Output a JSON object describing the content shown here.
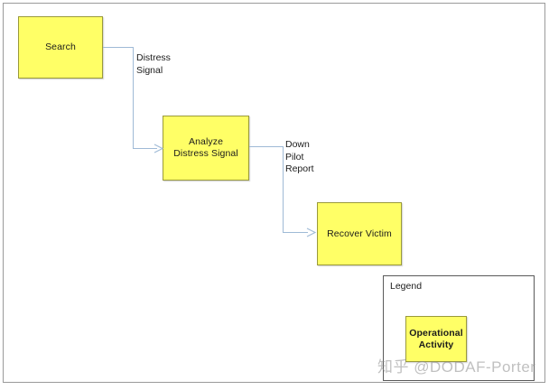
{
  "diagram": {
    "type": "operational-activity-flow",
    "nodes": [
      {
        "id": "search",
        "label": "Search"
      },
      {
        "id": "analyze",
        "label": "Analyze\nDistress Signal"
      },
      {
        "id": "recover",
        "label": "Recover Victim"
      }
    ],
    "edges": [
      {
        "id": "edge-1",
        "from": "search",
        "to": "analyze",
        "label": "Distress\nSignal"
      },
      {
        "id": "edge-2",
        "from": "analyze",
        "to": "recover",
        "label": "Down\nPilot\nReport"
      }
    ],
    "edge_labels": {
      "distress_signal": "Distress\nSignal",
      "down_pilot_report": "Down\nPilot\nReport"
    }
  },
  "legend": {
    "title": "Legend",
    "items": [
      {
        "label": "Operational\nActivity",
        "swatch_color": "#ffff66"
      }
    ]
  },
  "watermark": {
    "text": "知乎 @DODAF-Porter"
  },
  "colors": {
    "node_fill": "#ffff66",
    "node_border": "#9a9a3a",
    "connector": "#9fbad6",
    "frame_border": "#9a9a9a",
    "legend_border": "#5a5a5a",
    "text": "#1b1b1b",
    "background": "#ffffff"
  }
}
